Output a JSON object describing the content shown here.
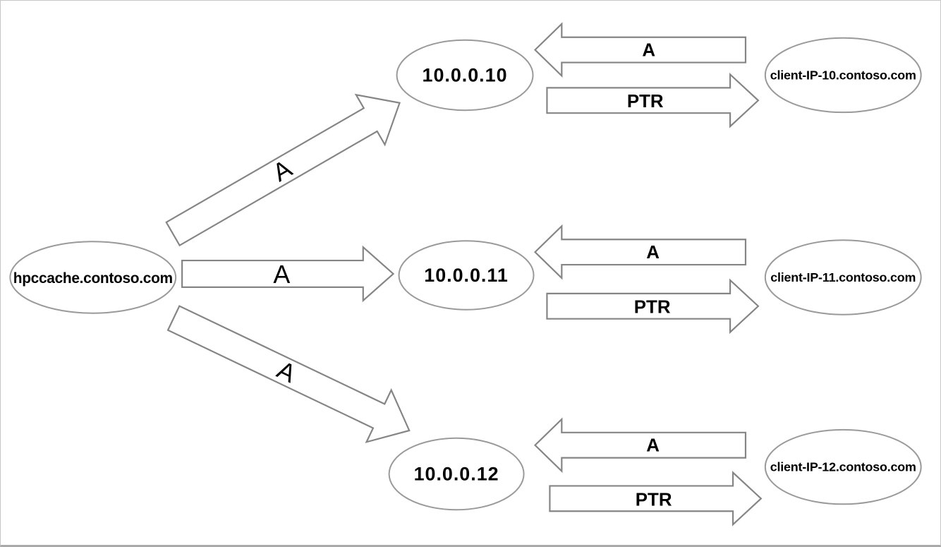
{
  "source": {
    "label": "hpccache.contoso.com"
  },
  "rows": [
    {
      "ip": "10.0.0.10",
      "client": "client-IP-10.contoso.com",
      "a_query": "A",
      "a_response": "A",
      "ptr": "PTR"
    },
    {
      "ip": "10.0.0.11",
      "client": "client-IP-11.contoso.com",
      "a_query": "A",
      "a_response": "A",
      "ptr": "PTR"
    },
    {
      "ip": "10.0.0.12",
      "client": "client-IP-12.contoso.com",
      "a_query": "A",
      "a_response": "A",
      "ptr": "PTR"
    }
  ]
}
